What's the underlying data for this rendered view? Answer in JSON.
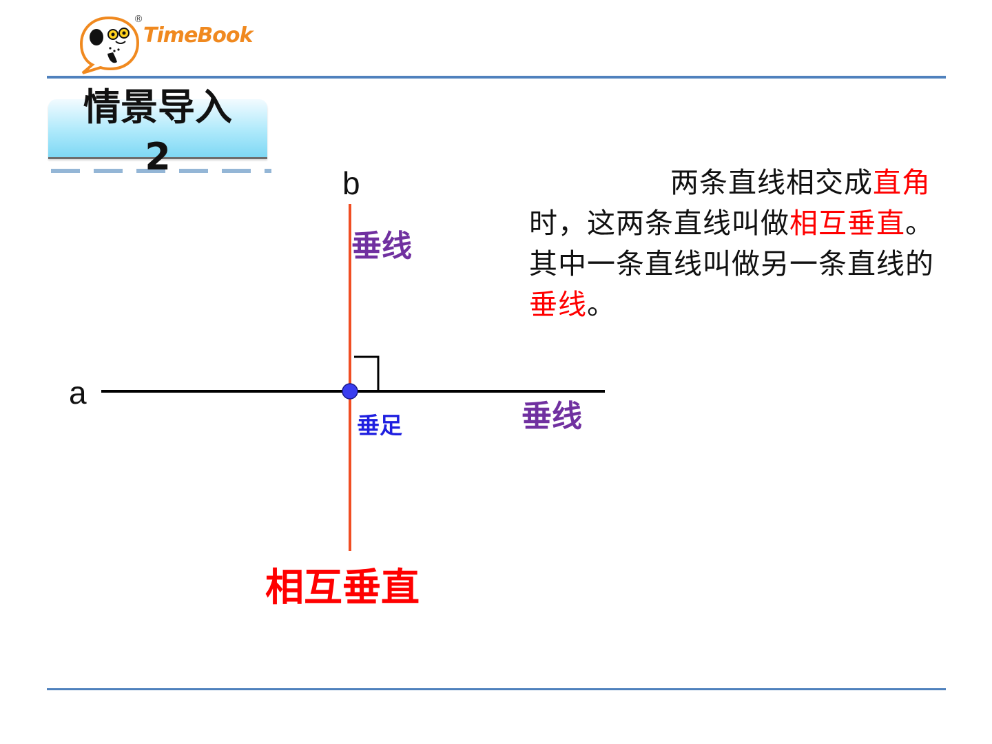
{
  "logo": {
    "brand": "TimeBook",
    "registered": "®",
    "colors": {
      "brand_orange": "#f0891f",
      "dog_black": "#111111"
    }
  },
  "section": {
    "title_line1": "情景导入",
    "title_line2": "2"
  },
  "diagram": {
    "line_a_label": "a",
    "line_b_label": "b",
    "perpendicular_label_top": "垂线",
    "perpendicular_label_right": "垂线",
    "foot_label": "垂足",
    "caption": "相互垂直",
    "colors": {
      "line_a": "#000000",
      "line_b": "#f04e23",
      "foot_point": "#3a3df0",
      "label_purple": "#7030a0",
      "foot_label_blue": "#1f1fe0",
      "caption_red": "#ff0000"
    }
  },
  "definition": {
    "seg1": "两条直线相交成",
    "seg2": "直角",
    "seg3": "时，这两条直线叫做",
    "seg4": "相互垂直",
    "seg5": "。其中一条直线叫做另一条直线的",
    "seg6": "垂线",
    "seg7": "。"
  }
}
